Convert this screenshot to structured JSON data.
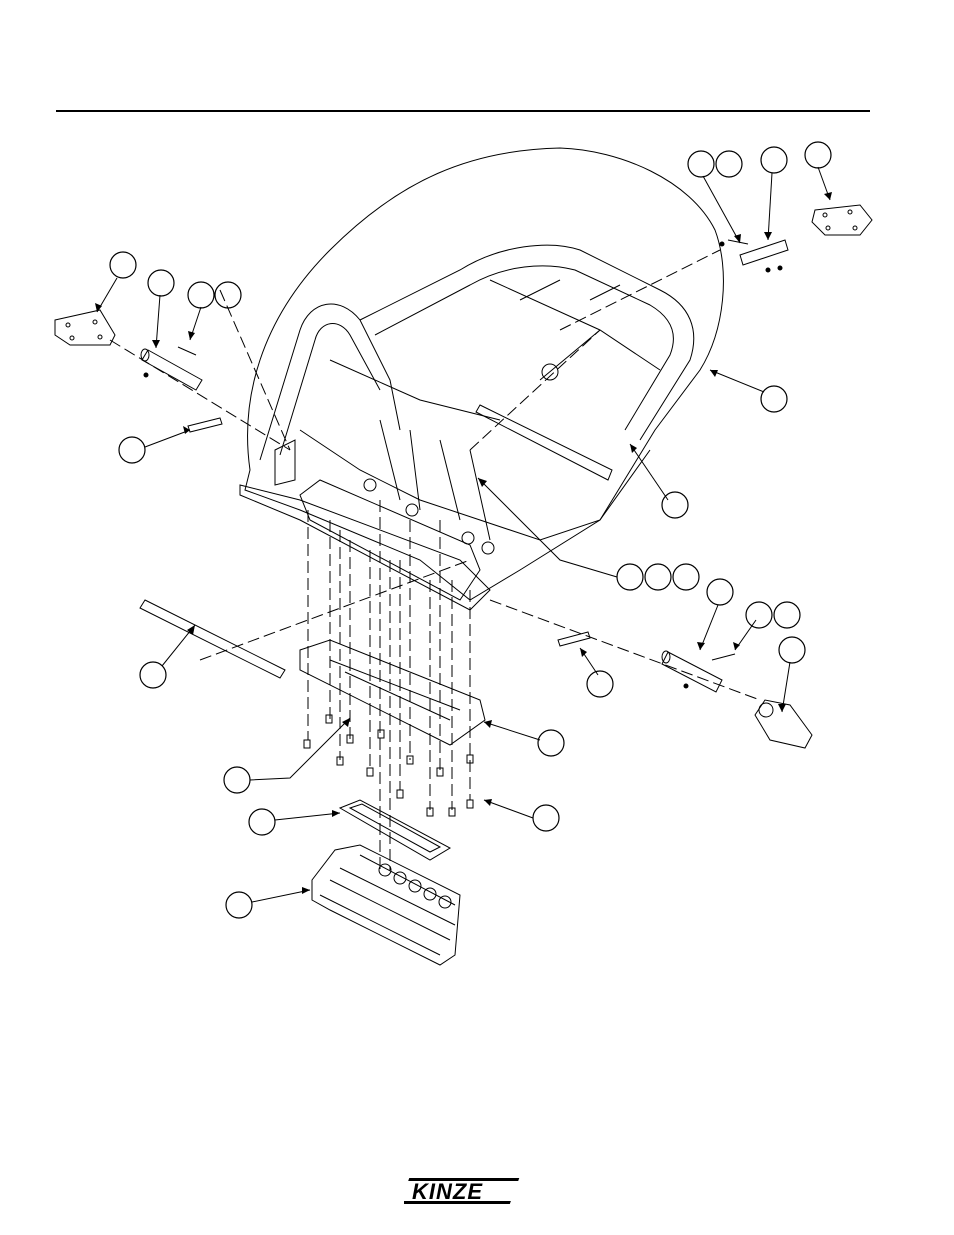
{
  "page": {
    "logo_text": "KINZE"
  },
  "callouts": [
    {
      "id": "c1"
    },
    {
      "id": "c2"
    },
    {
      "id": "c3"
    },
    {
      "id": "c4"
    },
    {
      "id": "c5"
    },
    {
      "id": "c6"
    },
    {
      "id": "c7"
    },
    {
      "id": "c8"
    },
    {
      "id": "c9"
    },
    {
      "id": "c10"
    },
    {
      "id": "c11"
    },
    {
      "id": "c12"
    },
    {
      "id": "c13"
    },
    {
      "id": "c14"
    },
    {
      "id": "c15"
    },
    {
      "id": "c16"
    },
    {
      "id": "c17"
    },
    {
      "id": "c18"
    },
    {
      "id": "c19"
    },
    {
      "id": "c20"
    },
    {
      "id": "c21"
    },
    {
      "id": "c22"
    },
    {
      "id": "c23"
    },
    {
      "id": "c24"
    },
    {
      "id": "c25"
    }
  ],
  "colors": {
    "ink": "#000000",
    "background": "#ffffff"
  }
}
